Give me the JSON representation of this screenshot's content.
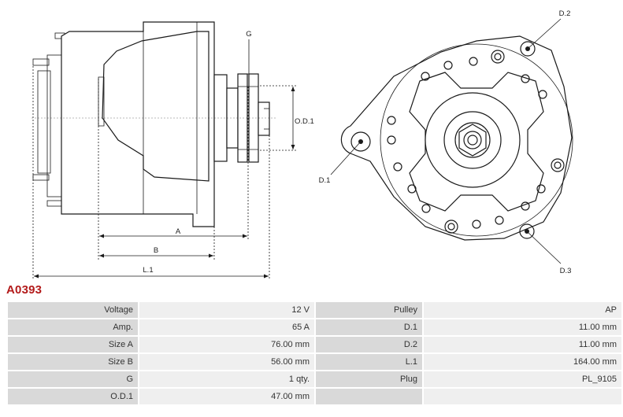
{
  "product_code": "A0393",
  "drawing_labels": {
    "g": "G",
    "od1": "O.D.1",
    "a": "A",
    "b": "B",
    "l1": "L.1",
    "d1": "D.1",
    "d2": "D.2",
    "d3": "D.3"
  },
  "specs": [
    {
      "left_label": "Voltage",
      "left_value": "12 V",
      "right_label": "Pulley",
      "right_value": "AP"
    },
    {
      "left_label": "Amp.",
      "left_value": "65 A",
      "right_label": "D.1",
      "right_value": "11.00 mm"
    },
    {
      "left_label": "Size A",
      "left_value": "76.00 mm",
      "right_label": "D.2",
      "right_value": "11.00 mm"
    },
    {
      "left_label": "Size B",
      "left_value": "56.00 mm",
      "right_label": "L.1",
      "right_value": "164.00 mm"
    },
    {
      "left_label": "G",
      "left_value": "1 qty.",
      "right_label": "Plug",
      "right_value": "PL_9105"
    },
    {
      "left_label": "O.D.1",
      "left_value": "47.00 mm",
      "right_label": "",
      "right_value": ""
    }
  ]
}
